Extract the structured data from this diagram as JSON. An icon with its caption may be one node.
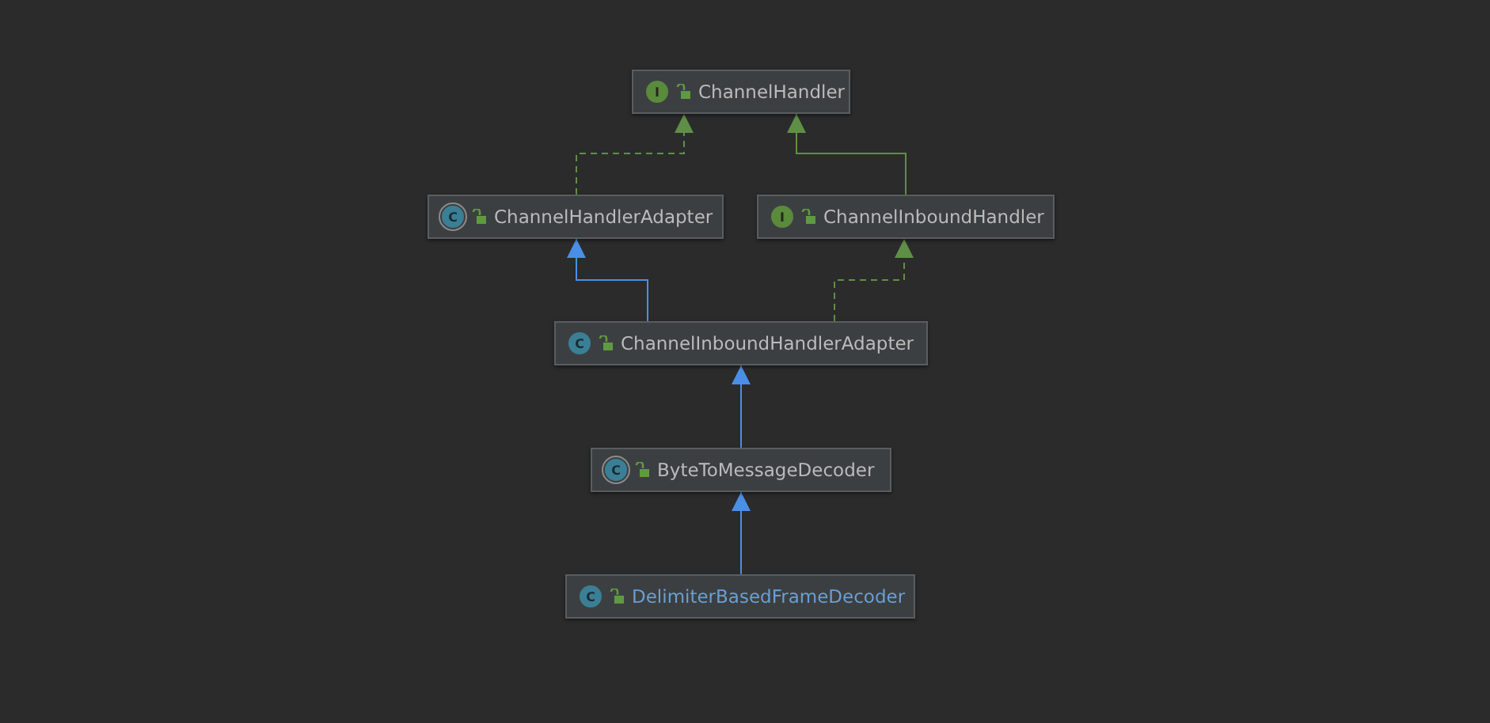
{
  "diagram": {
    "nodes": [
      {
        "text": [
          "I",
          "ChannelHandler"
        ]
      },
      {
        "text": [
          "C",
          "ChannelHandlerAdapter"
        ]
      },
      {
        "text": [
          "I",
          "ChannelInboundHandler"
        ]
      },
      {
        "text": [
          "C",
          "ChannelInboundHandlerAdapter"
        ]
      },
      {
        "text": [
          "C",
          "ByteToMessageDecoder"
        ]
      },
      {
        "text": [
          "C",
          "DelimiterBasedFrameDecoder"
        ]
      }
    ],
    "edges": [
      {
        "from": 1,
        "to": 0,
        "arrow": "to",
        "style": "dashed",
        "color": "#5f8f46"
      },
      {
        "from": 2,
        "to": 0,
        "arrow": "to",
        "color": "#5f8f46"
      },
      {
        "from": 3,
        "to": 1,
        "arrow": "to",
        "color": "#4a8fe6"
      },
      {
        "from": 3,
        "to": 2,
        "arrow": "to",
        "style": "dashed",
        "color": "#5f8f46"
      },
      {
        "from": 4,
        "to": 3,
        "arrow": "to",
        "color": "#4a8fe6"
      },
      {
        "from": 5,
        "to": 4,
        "arrow": "to",
        "color": "#4a8fe6"
      }
    ]
  }
}
